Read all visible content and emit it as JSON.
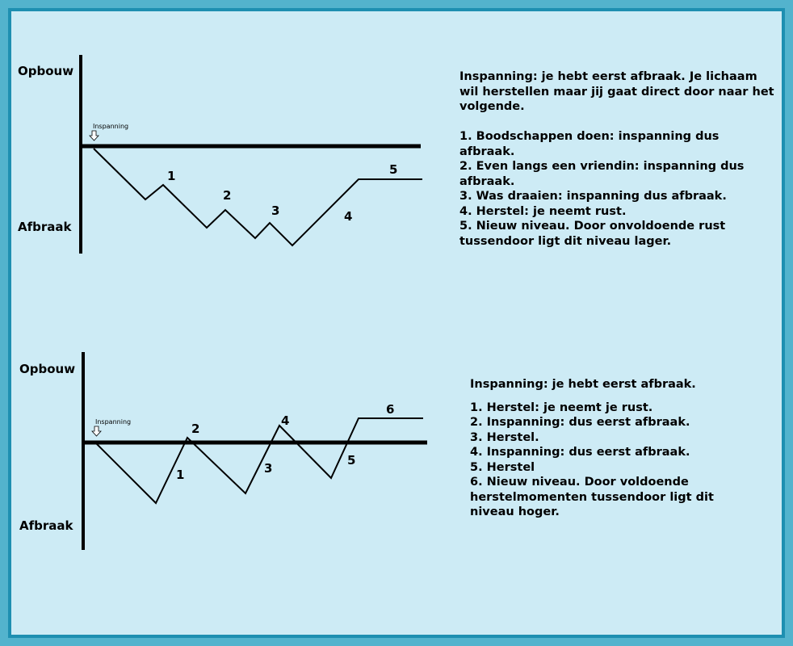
{
  "colors": {
    "background": "#cdebf5",
    "frame_outer": "#53b3cd",
    "frame_inner": "#1e8fb1",
    "line": "#000000"
  },
  "panels": [
    {
      "axis_top": "Opbouw",
      "axis_bottom": "Afbraak",
      "start_label": "Inspanning",
      "start_icon": "down-arrow-icon",
      "point_labels": [
        "1",
        "2",
        "3",
        "4",
        "5"
      ],
      "description_intro": "Inspanning: je hebt eerst afbraak. Je lichaam wil herstellen maar jij gaat direct door naar het volgende.",
      "steps": [
        "1. Boodschappen doen: inspanning dus afbraak.",
        "2. Even langs een vriendin: inspanning dus afbraak.",
        "3. Was draaien: inspanning dus afbraak.",
        "4. Herstel: je neemt rust.",
        "5. Nieuw niveau. Door onvoldoende rust tussendoor ligt dit niveau lager."
      ]
    },
    {
      "axis_top": "Opbouw",
      "axis_bottom": "Afbraak",
      "start_label": "Inspanning",
      "start_icon": "down-arrow-icon",
      "point_labels": [
        "1",
        "2",
        "3",
        "4",
        "5",
        "6"
      ],
      "description_intro": "Inspanning: je hebt eerst afbraak.",
      "steps": [
        "1. Herstel: je neemt je rust.",
        "2. Inspanning: dus eerst afbraak.",
        "3. Herstel.",
        "4. Inspanning: dus eerst afbraak.",
        "5. Herstel",
        "6. Nieuw niveau. Door voldoende herstelmomenten tussendoor ligt dit niveau hoger."
      ]
    }
  ]
}
